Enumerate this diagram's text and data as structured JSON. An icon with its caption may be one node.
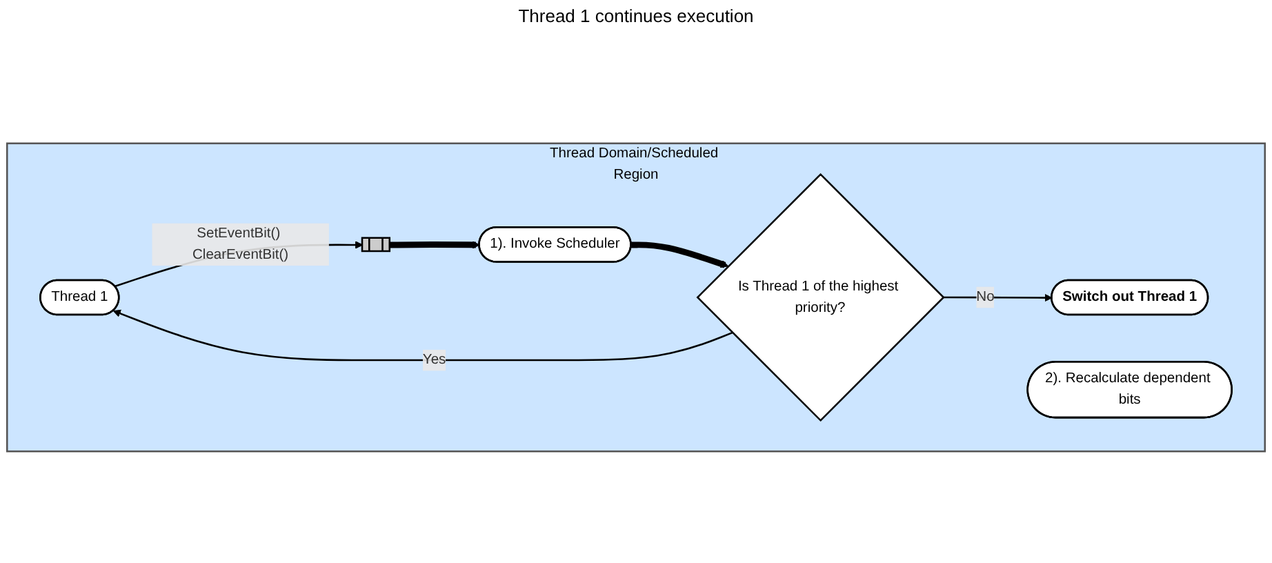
{
  "diagram": {
    "nodes": [
      {
        "text": [
          "Thread Domain/Scheduled Region"
        ]
      },
      {
        "text": [
          "Thread 1"
        ],
        "in": 0
      },
      {
        "text": [],
        "shape": "bar",
        "in": 0
      },
      {
        "text": [
          "1). Invoke Scheduler"
        ],
        "in": 0
      },
      {
        "text": [
          "2). Recalculate dependent bits"
        ],
        "in": 0
      },
      {
        "text": [
          "Is Thread 1 of the highest priority?"
        ],
        "in": 0
      },
      {
        "text": [
          "Switch out Thread 1"
        ],
        "in": 0
      }
    ],
    "edges": [
      {
        "from": 1,
        "to": 2,
        "arrow": "to",
        "label": "SetEventBit() ClearEventBit()"
      },
      {
        "from": 2,
        "to": 3,
        "arrow": "to",
        "style": "thick"
      },
      {
        "from": 3,
        "to": 5,
        "arrow": "to",
        "style": "thick"
      },
      {
        "from": 5,
        "to": 1,
        "arrow": "to",
        "label": "Yes"
      },
      {
        "from": 5,
        "to": 6,
        "arrow": "to",
        "label": "No"
      }
    ],
    "labels": [
      "Thread 1 continues execution"
    ]
  }
}
